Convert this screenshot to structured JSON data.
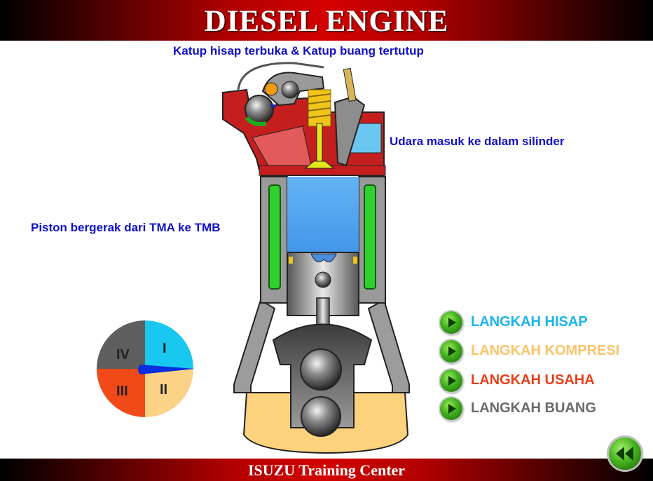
{
  "header": {
    "title": "DIESEL ENGINE"
  },
  "footer": {
    "title": "ISUZU Training Center"
  },
  "captions": {
    "valves": "Katup hisap terbuka & Katup buang tertutup",
    "air": "Udara masuk ke dalam silinder",
    "piston": "Piston bergerak dari TMA ke TMB"
  },
  "stroke_indicator": {
    "quadrants": [
      {
        "label": "I",
        "color": "#18c8f0"
      },
      {
        "label": "II",
        "color": "#fcd286"
      },
      {
        "label": "III",
        "color": "#f04a18"
      },
      {
        "label": "IV",
        "color": "#5e5e5e"
      }
    ]
  },
  "menu": {
    "items": [
      {
        "label": "LANGKAH HISAP",
        "color": "#1ab4f0"
      },
      {
        "label": "LANGKAH KOMPRESI",
        "color": "#fcc46a"
      },
      {
        "label": "LANGKAH USAHA",
        "color": "#e4401a"
      },
      {
        "label": "LANGKAH BUANG",
        "color": "#6a6a6a"
      }
    ]
  },
  "icons": {
    "menu_button": "play-icon",
    "back_button": "rewind-icon"
  }
}
